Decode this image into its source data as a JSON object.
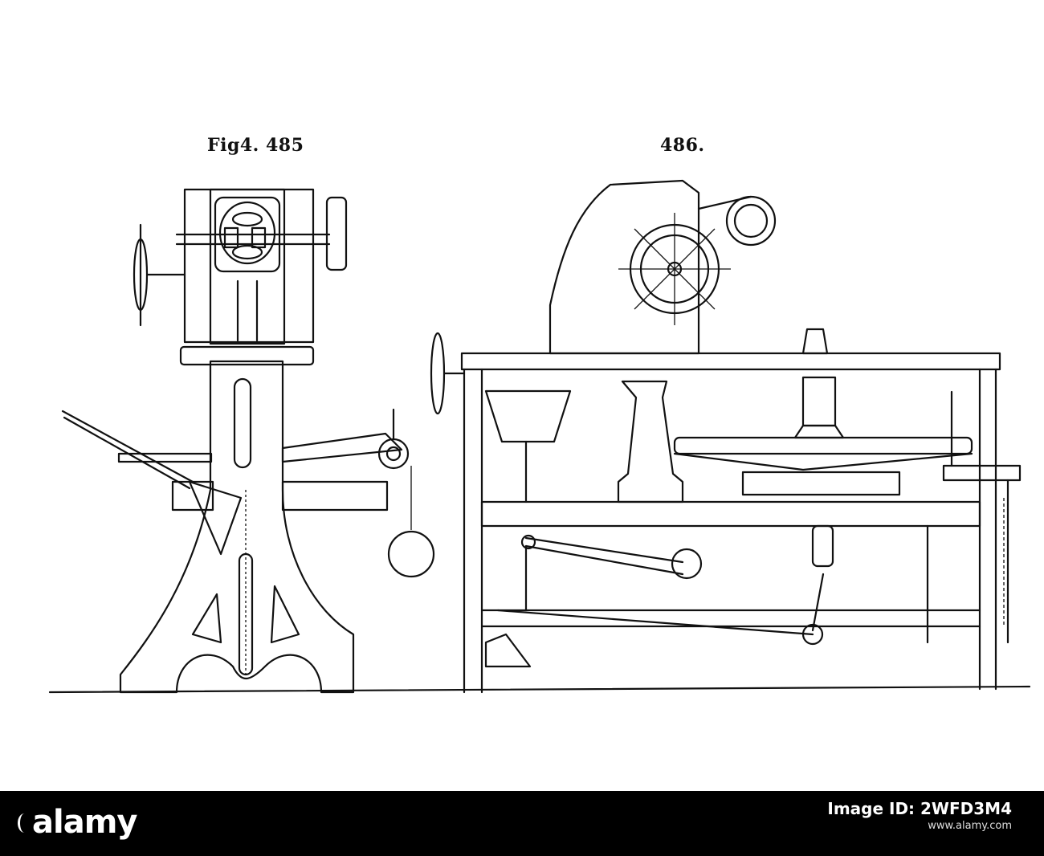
{
  "figure": {
    "left_caption": "Fig4. 485",
    "right_caption": "486."
  },
  "footer": {
    "brand": "alamy",
    "image_id_label": "Image ID: 2WFD3M4",
    "site": "www.alamy.com"
  },
  "colors": {
    "ink": "#111111",
    "paper": "#ffffff",
    "banner": "#000000"
  }
}
